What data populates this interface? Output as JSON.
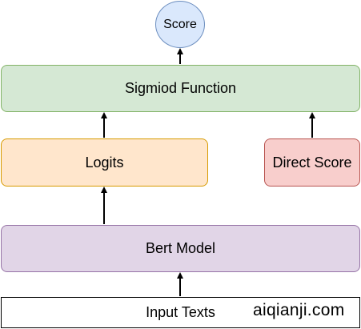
{
  "diagram": {
    "nodes": {
      "score": {
        "label": "Score",
        "fill": "#dae8fc",
        "stroke": "#6c8ebf"
      },
      "sigmoid": {
        "label": "Sigmiod Function",
        "fill": "#d5e8d4",
        "stroke": "#82b366"
      },
      "logits": {
        "label": "Logits",
        "fill": "#ffe6cc",
        "stroke": "#d79b00"
      },
      "direct_score": {
        "label": "Direct Score",
        "fill": "#f8cecc",
        "stroke": "#b85450"
      },
      "bert": {
        "label": "Bert Model",
        "fill": "#e1d5e7",
        "stroke": "#9673a6"
      },
      "input": {
        "label": "Input Texts",
        "fill": "#ffffff",
        "stroke": "#000000"
      }
    },
    "edges": [
      {
        "from": "input",
        "to": "bert"
      },
      {
        "from": "bert",
        "to": "logits"
      },
      {
        "from": "logits",
        "to": "sigmoid"
      },
      {
        "from": "direct_score",
        "to": "sigmoid"
      },
      {
        "from": "sigmoid",
        "to": "score"
      }
    ]
  },
  "watermark": "aiqianji.com"
}
